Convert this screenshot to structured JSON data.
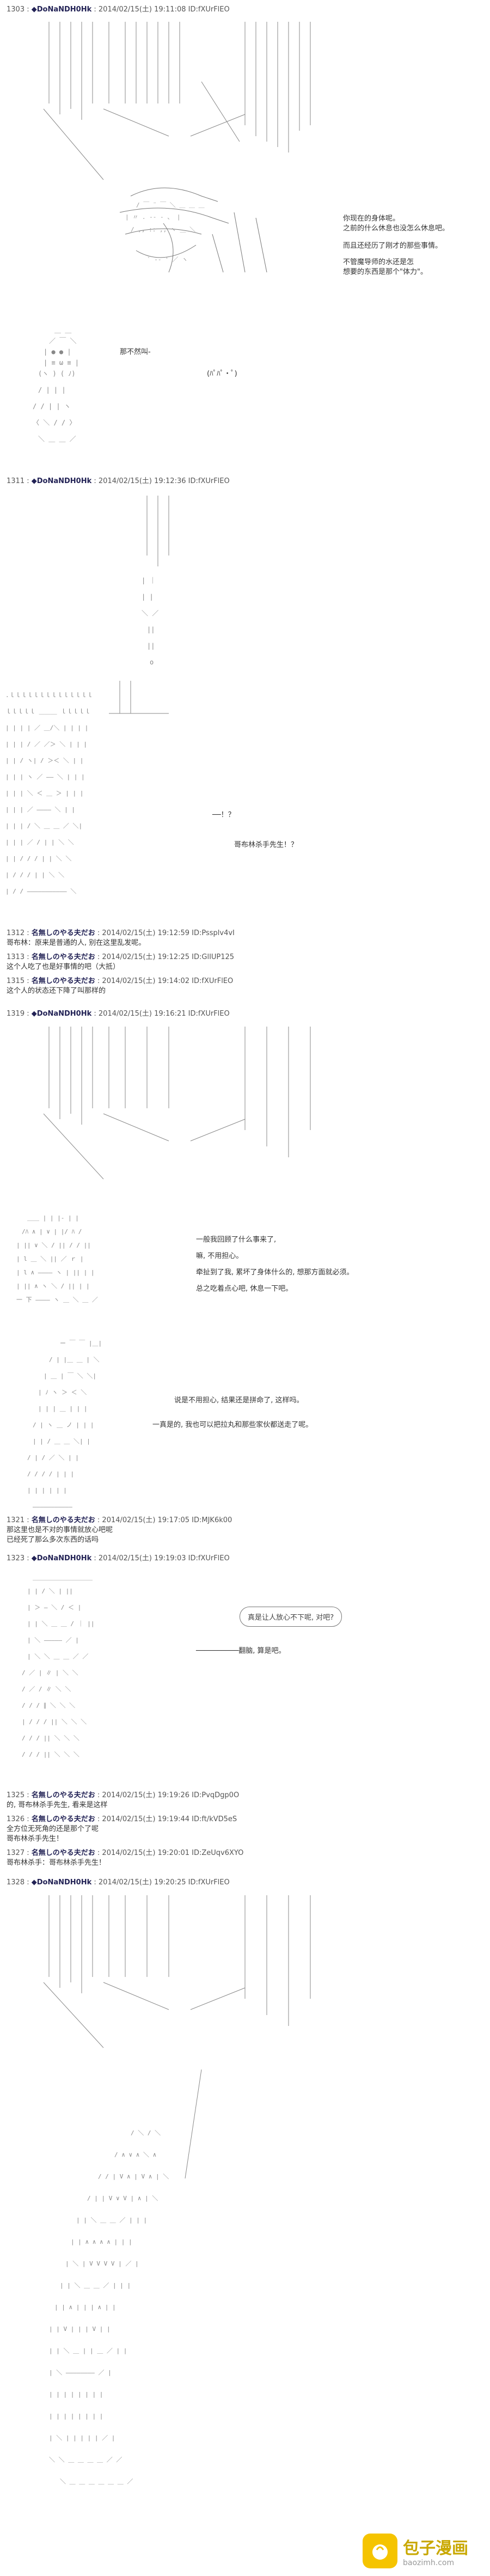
{
  "posts": [
    {
      "num": "1303",
      "name": "◆DoNaNDH0Hk",
      "date": "2014/02/15(土) 19:11:08",
      "id": "ID:fXUrFlEO"
    },
    {
      "num": "1311",
      "name": "◆DoNaNDH0Hk",
      "date": "2014/02/15(土) 19:12:36",
      "id": "ID:fXUrFlEO"
    },
    {
      "num": "1312",
      "name": "名無しのやる夫だお",
      "date": "2014/02/15(土) 19:12:59",
      "id": "ID:Pssplv4vI"
    },
    {
      "num": "1313",
      "name": "名無しのやる夫だお",
      "date": "2014/02/15(土) 19:12:25",
      "id": "ID:GlIUP125"
    },
    {
      "num": "1315",
      "name": "名無しのやる夫だお",
      "date": "2014/02/15(土) 19:14:02",
      "id": "ID:fXUrFlEO"
    },
    {
      "num": "1319",
      "name": "◆DoNaNDH0Hk",
      "date": "2014/02/15(土) 19:16:21",
      "id": "ID:fXUrFlEO"
    },
    {
      "num": "1321",
      "name": "名無しのやる夫だお",
      "date": "2014/02/15(土) 19:17:05",
      "id": "ID:MJK6k00"
    },
    {
      "num": "1323",
      "name": "◆DoNaNDH0Hk",
      "date": "2014/02/15(土) 19:19:03",
      "id": "ID:fXUrFlEO"
    },
    {
      "num": "1325",
      "name": "名無しのやる夫だお",
      "date": "2014/02/15(土) 19:19:26",
      "id": "ID:PvqDgp0O"
    },
    {
      "num": "1326",
      "name": "名無しのやる夫だお",
      "date": "2014/02/15(土) 19:19:44",
      "id": "ID:ft/kVD5eS"
    },
    {
      "num": "1327",
      "name": "名無しのやる夫だお",
      "date": "2014/02/15(土) 19:20:01",
      "id": "ID:ZeUqv6XYO"
    },
    {
      "num": "1328",
      "name": "◆DoNaNDH0Hk",
      "date": "2014/02/15(土) 19:20:25",
      "id": "ID:fXUrFlEO"
    }
  ],
  "dialog": {
    "d1": [
      "你现在的身体呢。",
      "之前的什么休息也没怎么休息吧。"
    ],
    "d2": "而且还经历了刚才的那些事情。",
    "d3": [
      "不管魔导师的水还是怎",
      "想要的东西是那个\"体力\"。"
    ],
    "d4": "那不然叫-",
    "d5": "(ﾊﾟﾊﾟ・ﾟ)",
    "d6": "──！？",
    "d7": "哥布林杀手先生！？",
    "r1312": "哥布林：原来是普通的人, 别在这里乱发呢。",
    "r1313": "这个人吃了也是好事情的吧（大抵）",
    "r1315": "这个人的状态还下降了叫那样的",
    "d8": "一般我回顾了什么事来了,",
    "d9": "嘛, 不用担心。",
    "d10": "牵扯到了我, 累坏了身体什么的, 想那方面就必须。",
    "d11": "总之吃着点心吧, 休息一下吧。",
    "d12": "说是不用担心, 结果还是拼命了, 这样吗。",
    "d13": "一真是的, 我也可以把拉丸和那些家伙都送走了呢。",
    "r1321a": "那这里也是不对的事情就放心吧呢",
    "r1321b": "已经死了那么多次东西的话吗",
    "d14": "真是让人放心不下呢, 对吧?",
    "d15": "──────────翻脑, 算是吧。",
    "r1325": "的, 哥布林杀手先生, 看来是这样",
    "r1326": "全方位无死角的还是那个了呢",
    "r1327": "哥布林杀手：哥布林杀手先生！",
    "r1326b": "哥布林杀手先生！"
  },
  "watermark": {
    "cn": "包子漫画",
    "url": "baozimh.com"
  }
}
